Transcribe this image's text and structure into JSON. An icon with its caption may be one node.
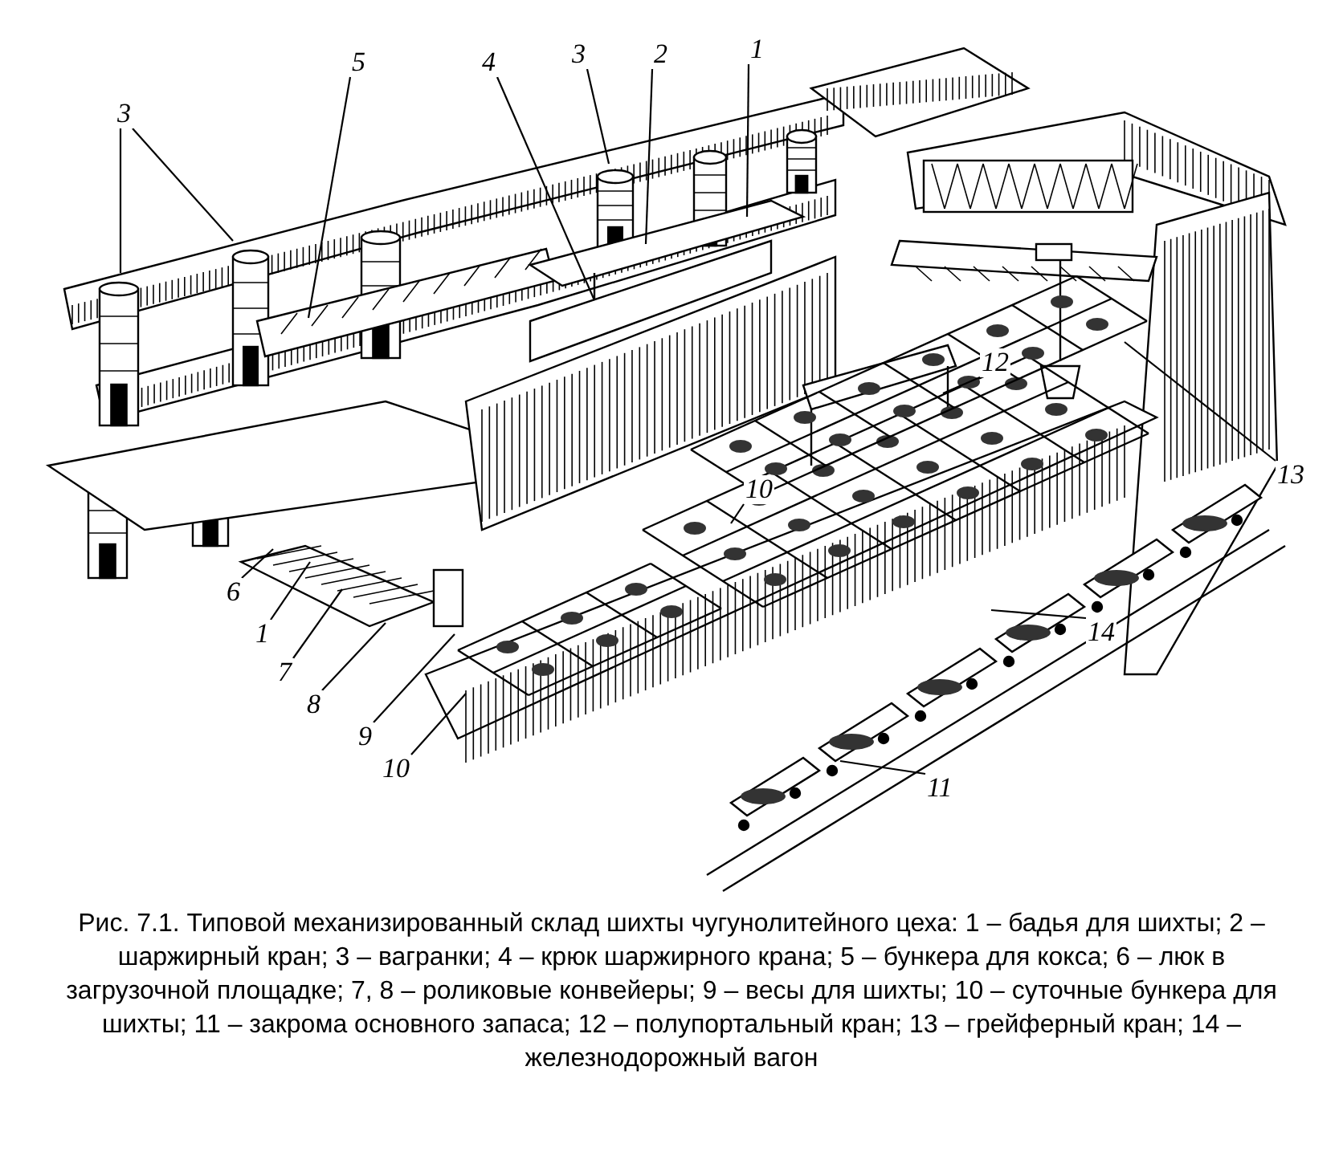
{
  "diagram": {
    "caption": "Рис. 7.1. Типовой механизированный склад шихты чугунолитейного цеха: 1 – бадья для шихты; 2 – шаржирный кран; 3 – вагранки; 4 – крюк шаржирного крана; 5 – бункера для кокса; 6 – люк в загрузочной площадке; 7, 8 – роликовые конвейеры; 9 – весы для шихты; 10 – суточные бункера для шихты; 11 – закрома основного запаса; 12 – полупортальный кран; 13 – грейферный кран; 14 – железнодорожный вагон",
    "nodes": [
      {
        "text": [
          "3"
        ]
      },
      {
        "text": [
          "5"
        ]
      },
      {
        "text": [
          "4"
        ]
      },
      {
        "text": [
          "3"
        ]
      },
      {
        "text": [
          "2"
        ]
      },
      {
        "text": [
          "1"
        ]
      },
      {
        "text": [
          "12"
        ]
      },
      {
        "text": [
          "13"
        ]
      },
      {
        "text": [
          "10"
        ]
      },
      {
        "text": [
          "6"
        ]
      },
      {
        "text": [
          "1"
        ]
      },
      {
        "text": [
          "7"
        ]
      },
      {
        "text": [
          "14"
        ]
      },
      {
        "text": [
          "8"
        ]
      },
      {
        "text": [
          "9"
        ]
      },
      {
        "text": [
          "10"
        ]
      },
      {
        "text": [
          "11"
        ]
      }
    ],
    "edges": [
      {
        "from": 0,
        "to": null,
        "arrow": "none"
      },
      {
        "from": 0,
        "to": null,
        "arrow": "none"
      },
      {
        "from": 1,
        "to": null,
        "arrow": "none"
      },
      {
        "from": 2,
        "to": null,
        "arrow": "none"
      },
      {
        "from": 3,
        "to": null,
        "arrow": "none"
      },
      {
        "from": 4,
        "to": null,
        "arrow": "none"
      },
      {
        "from": 5,
        "to": null,
        "arrow": "none"
      },
      {
        "from": 6,
        "to": null,
        "arrow": "none"
      },
      {
        "from": 7,
        "to": null,
        "arrow": "none"
      },
      {
        "from": 8,
        "to": null,
        "arrow": "none"
      },
      {
        "from": 9,
        "to": null,
        "arrow": "none"
      },
      {
        "from": 10,
        "to": null,
        "arrow": "none"
      },
      {
        "from": 11,
        "to": null,
        "arrow": "none"
      },
      {
        "from": 12,
        "to": null,
        "arrow": "none"
      },
      {
        "from": 13,
        "to": null,
        "arrow": "none"
      },
      {
        "from": 14,
        "to": null,
        "arrow": "none"
      },
      {
        "from": 15,
        "to": null,
        "arrow": "none"
      },
      {
        "from": 16,
        "to": null,
        "arrow": "none"
      }
    ]
  }
}
